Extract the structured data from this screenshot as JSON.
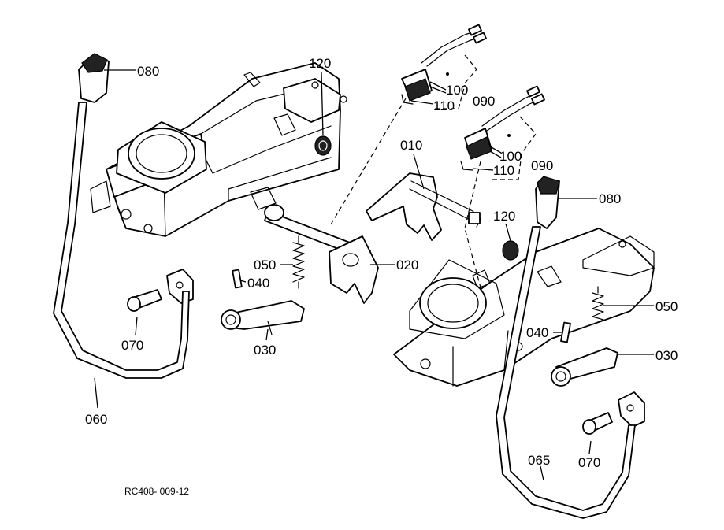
{
  "figure_code": "RC408- 009-12",
  "labels": {
    "l080a": "080",
    "l120a": "120",
    "l100a": "100",
    "l110a": "110",
    "l090a": "090",
    "l010": "010",
    "l100b": "100",
    "l110b": "110",
    "l090b": "090",
    "l080b": "080",
    "l120b": "120",
    "l050a": "050",
    "l040a": "040",
    "l020": "020",
    "l070a": "070",
    "l030a": "030",
    "l060": "060",
    "l050b": "050",
    "l040b": "040",
    "l030b": "030",
    "l070b": "070",
    "l065": "065"
  }
}
